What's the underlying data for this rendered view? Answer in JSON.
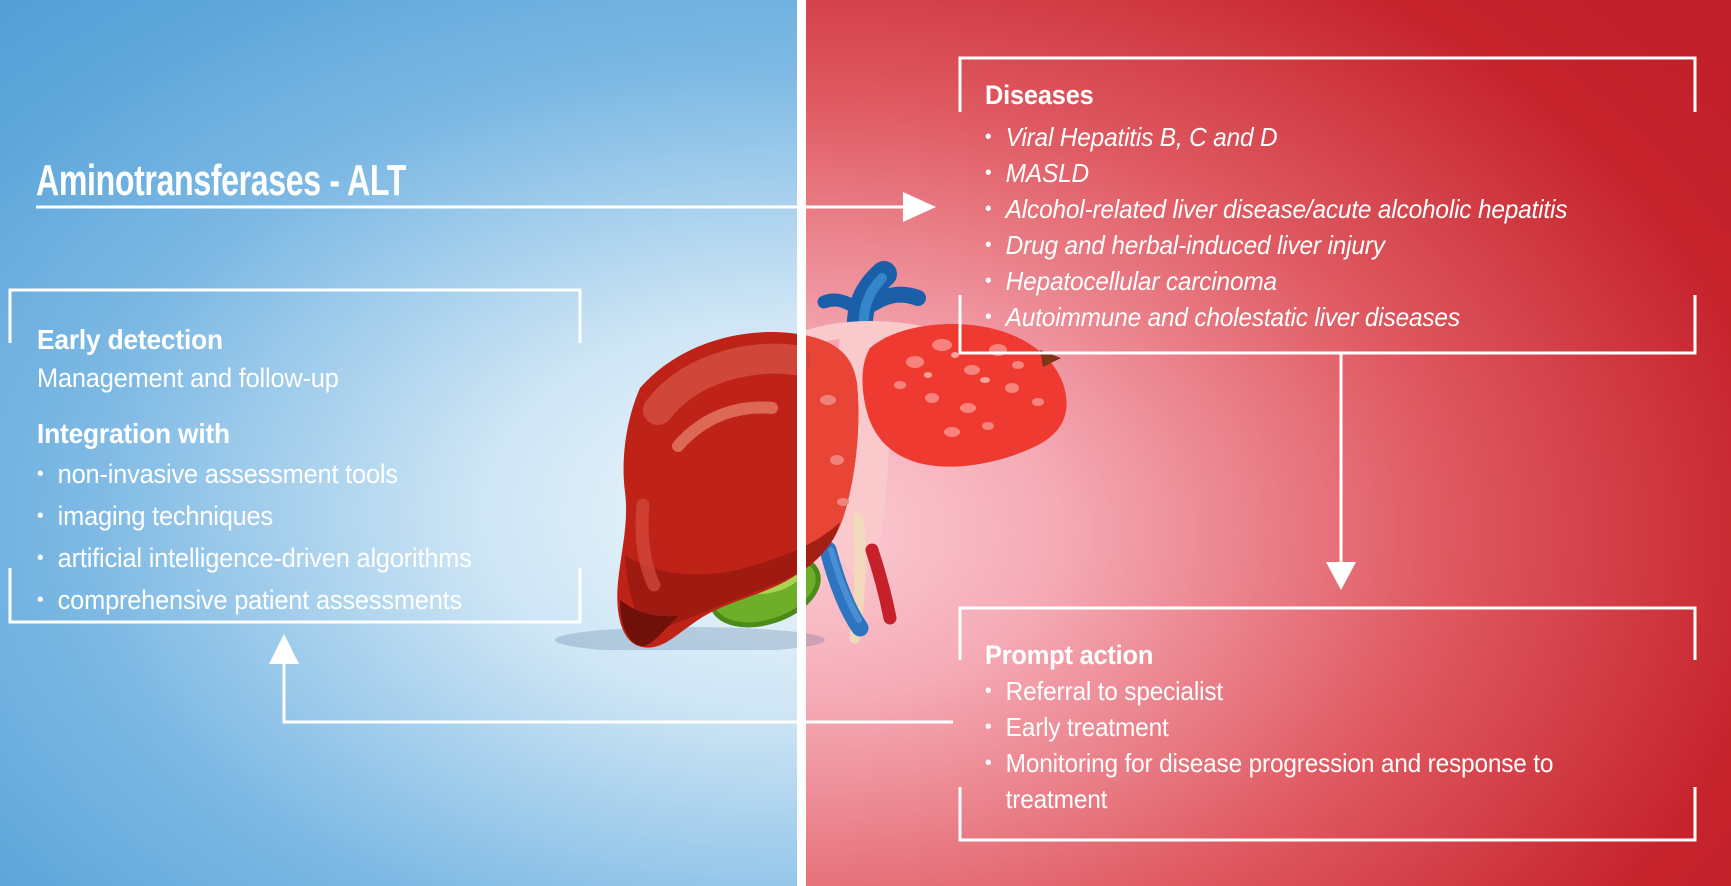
{
  "title": "Aminotransferases - ALT",
  "glyphs": {
    "bullet": "•"
  },
  "left_panel": {
    "detection": {
      "header": "Early detection",
      "subline": "Management and follow-up",
      "integration_header": "Integration with",
      "bullets": [
        "non-invasive assessment tools",
        "imaging techniques",
        "artificial intelligence-driven algorithms",
        "comprehensive patient assessments"
      ]
    }
  },
  "right_panel": {
    "diseases": {
      "header": "Diseases",
      "bullets": [
        "Viral Hepatitis B, C and D",
        "MASLD",
        "Alcohol-related liver disease/acute alcoholic hepatitis",
        "Drug and herbal-induced liver injury",
        "Hepatocellular carcinoma",
        "Autoimmune and cholestatic liver diseases"
      ]
    },
    "prompt_action": {
      "header": "Prompt action",
      "bullets": [
        "Referral to specialist",
        "Early treatment",
        "Monitoring for disease progression and response to treatment"
      ]
    }
  },
  "illustration": {
    "label": "liver-illustration"
  },
  "colors": {
    "left_background": "#5ba5d9",
    "left_background_light": "#f2f9fd",
    "right_background": "#c1202a",
    "right_background_light": "#fccdd6",
    "divider": "#ffffff",
    "text": "#ffffff",
    "liver_dark_red": "#bf2318",
    "liver_bright_red": "#ee3a30",
    "hepatic_vein_blue": "#1b5fa9",
    "gallbladder_green": "#6fae28"
  }
}
